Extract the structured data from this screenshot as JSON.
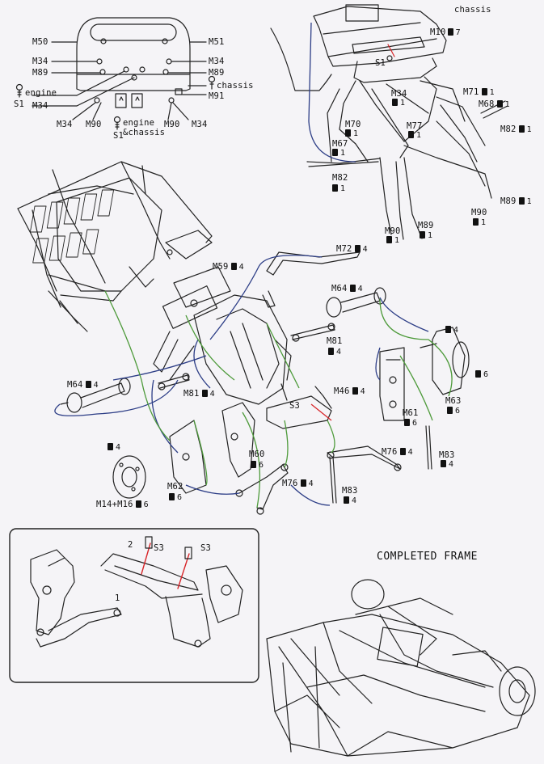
{
  "labels": {
    "chassis_top": "chassis",
    "m10": "M10",
    "m10_qty": "7",
    "s1_top": "S1",
    "m34_top": "M34",
    "m71": "M71",
    "m68": "M68",
    "m70": "M70",
    "m77": "M77",
    "m67": "M67",
    "m82_right": "M82",
    "m82_left": "M82",
    "m90_top": "M90",
    "m89_top": "M89",
    "m90_right": "M90",
    "m89_right": "M89",
    "m72": "M72",
    "m59": "M59",
    "m64_right": "M64",
    "m81_right": "M81",
    "m64_left": "M64",
    "m81_left": "M81",
    "s3_mid": "S3",
    "m46": "M46",
    "m61": "M61",
    "m63": "M63",
    "m60": "M60",
    "m76_right": "M76",
    "m83_right": "M83",
    "m76_mid": "M76",
    "m83_mid": "M83",
    "m62": "M62",
    "m14_m16": "M14+M16",
    "one": "1",
    "four": "4",
    "six": "6"
  },
  "inset_top_left": {
    "m50": "M50",
    "m51": "M51",
    "m34_l": "M34",
    "m34_r": "M34",
    "m89_l": "M89",
    "m89_r": "M89",
    "engine": "engine",
    "chassis": "chassis",
    "s1": "S1",
    "m34_bl": "M34",
    "m91": "M91",
    "m34_bottom": "M34",
    "m90_a": "M90",
    "s1_bottom": "S1",
    "engine_chassis_1": "engine",
    "engine_chassis_2": "&chassis",
    "m90_b": "M90",
    "m34_br": "M34"
  },
  "inset_bottom": {
    "s3_a": "S3",
    "s3_b": "S3",
    "num_2": "2",
    "num_1": "1"
  },
  "completed_title": "COMPLETED FRAME",
  "colors": {
    "wire_blue": "#2c3d86",
    "wire_green": "#4d9a3a",
    "red_mark": "#d8262a"
  }
}
